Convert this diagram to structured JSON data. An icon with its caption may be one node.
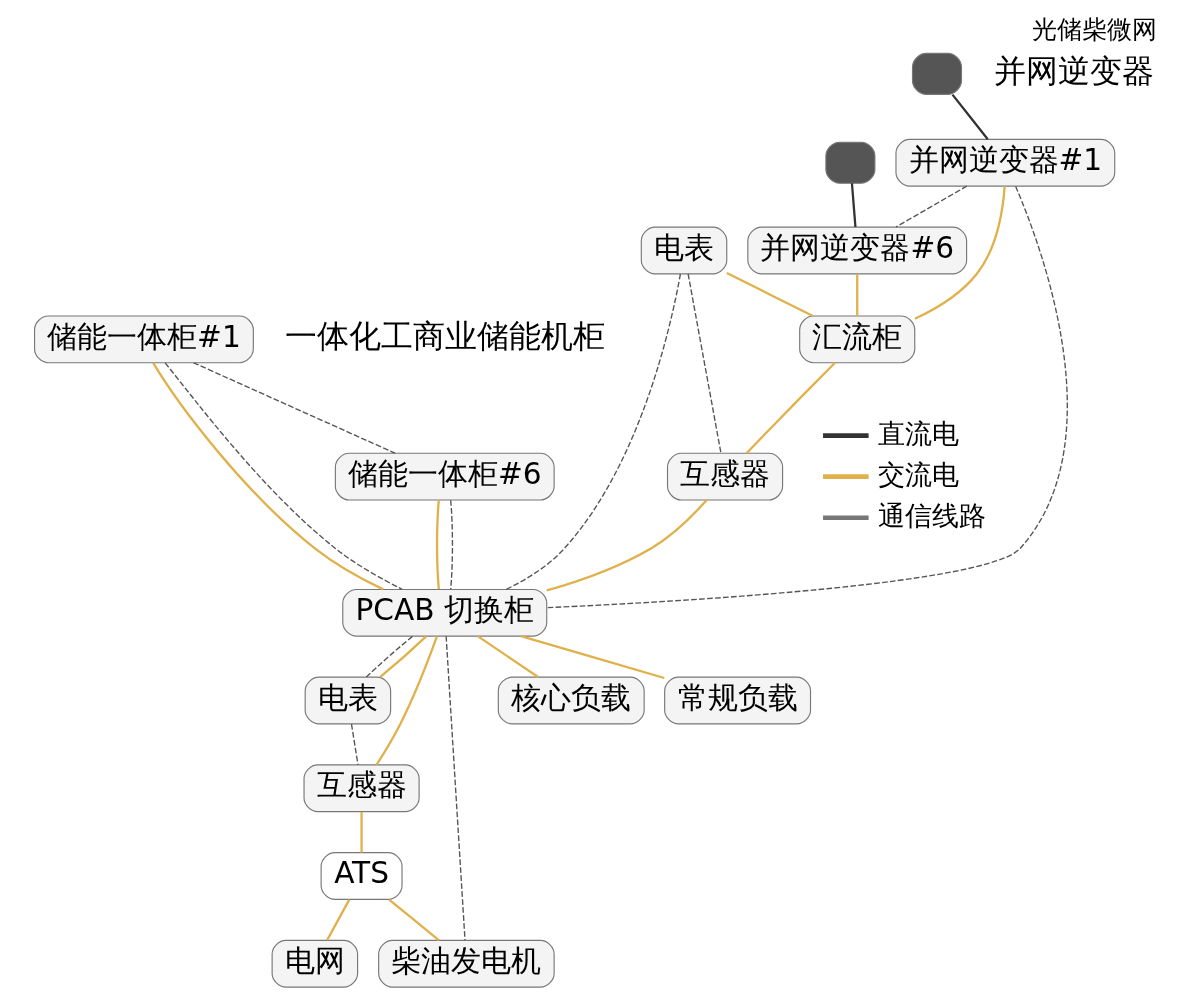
{
  "diagram": {
    "title": "光储柴微网",
    "nodes": [
      {
        "text": [
          "储能一体柜#1"
        ]
      },
      {
        "text": [
          "储能一体柜#6"
        ]
      },
      {
        "text": [
          "PCAB 切换柜"
        ]
      },
      {
        "text": [
          "电表"
        ]
      },
      {
        "text": [
          "互感器"
        ]
      },
      {
        "text": [
          "ATS"
        ]
      },
      {
        "text": [
          "柴油发电机"
        ]
      },
      {
        "text": [
          "电网"
        ]
      },
      {
        "text": [
          "核心负载"
        ]
      },
      {
        "text": [
          "常规负载"
        ]
      },
      {
        "text": [],
        "shape": "box"
      },
      {
        "text": [
          "并网逆变器#1"
        ]
      },
      {
        "text": [],
        "shape": "box"
      },
      {
        "text": [
          "并网逆变器#6"
        ]
      },
      {
        "text": [
          "汇流柜"
        ]
      },
      {
        "text": [
          "电表"
        ]
      },
      {
        "text": [
          "互感器"
        ]
      }
    ],
    "edges": [
      {
        "from": 0,
        "to": 2,
        "arrow": "none"
      },
      {
        "from": 0,
        "to": 2,
        "arrow": "none",
        "style": "dashed",
        "color": "#555555"
      },
      {
        "from": 1,
        "to": 2,
        "arrow": "none"
      },
      {
        "from": 1,
        "to": 2,
        "arrow": "none",
        "style": "dashed",
        "color": "#555555"
      },
      {
        "from": 0,
        "to": 1,
        "arrow": "none",
        "style": "dashed",
        "color": "#555555"
      },
      {
        "from": 2,
        "to": 3,
        "arrow": "none",
        "style": "dashed",
        "color": "#555555"
      },
      {
        "from": 2,
        "to": 6,
        "arrow": "none",
        "style": "dashed",
        "color": "#555555"
      },
      {
        "from": 2,
        "to": 4,
        "arrow": "none"
      },
      {
        "from": 3,
        "to": 2,
        "arrow": "none"
      },
      {
        "from": 3,
        "to": 4,
        "arrow": "none",
        "style": "dashed",
        "color": "#555555"
      },
      {
        "from": 4,
        "to": 5,
        "arrow": "none"
      },
      {
        "from": 5,
        "to": 6,
        "arrow": "none"
      },
      {
        "from": 5,
        "to": 7,
        "arrow": "none"
      },
      {
        "from": 2,
        "to": 8,
        "arrow": "none"
      },
      {
        "from": 2,
        "to": 9,
        "arrow": "none"
      },
      {
        "from": 10,
        "to": 11,
        "arrow": "none",
        "color": "#333333"
      },
      {
        "from": 12,
        "to": 13,
        "arrow": "none",
        "color": "#333333"
      },
      {
        "from": 11,
        "to": 14,
        "arrow": "none"
      },
      {
        "from": 13,
        "to": 14,
        "arrow": "none"
      },
      {
        "from": 11,
        "to": 13,
        "arrow": "none",
        "style": "dashed",
        "color": "#555555"
      },
      {
        "from": 11,
        "to": 2,
        "arrow": "none",
        "style": "dashed",
        "color": "#555555"
      },
      {
        "from": 15,
        "to": 2,
        "arrow": "none",
        "style": "dashed",
        "color": "#555555"
      },
      {
        "from": 14,
        "to": 16,
        "arrow": "none"
      },
      {
        "from": 15,
        "to": 14,
        "arrow": "none"
      },
      {
        "from": 15,
        "to": 16,
        "arrow": "none",
        "style": "dashed",
        "color": "#555555"
      },
      {
        "from": 16,
        "to": 2,
        "arrow": "none"
      }
    ],
    "labels": [
      "一体化工商业储能机柜",
      "并网逆变器"
    ],
    "legend": [
      {
        "text": "直流电"
      },
      {
        "text": "交流电"
      },
      {
        "text": "通信线路"
      }
    ]
  }
}
